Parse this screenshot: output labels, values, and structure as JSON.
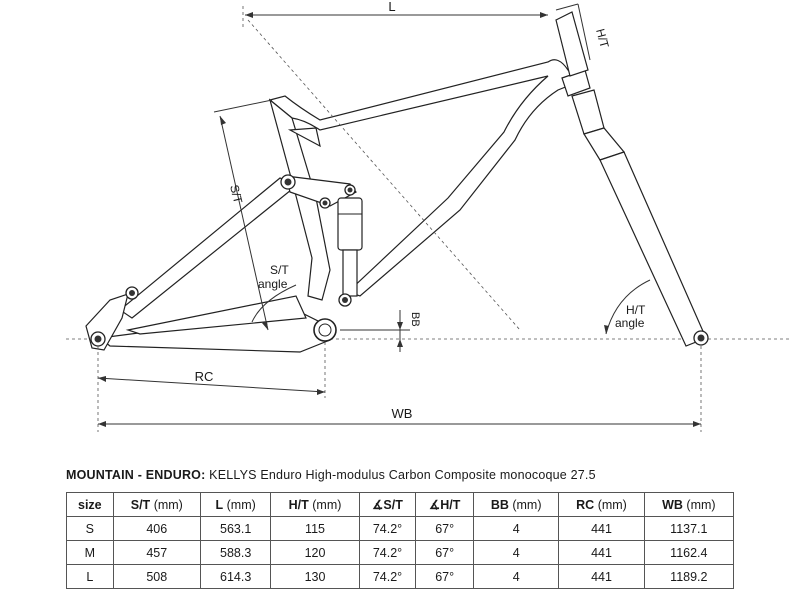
{
  "diagram": {
    "labels": {
      "L": "L",
      "HT": "H/T",
      "ST": "S/T",
      "ST_angle_line1": "S/T",
      "ST_angle_line2": "angle",
      "HT_angle_line1": "H/T",
      "HT_angle_line2": "angle",
      "BB": "BB",
      "RC": "RC",
      "WB": "WB"
    }
  },
  "caption": {
    "category": "MOUNTAIN - ENDURO:",
    "description": "KELLYS Enduro High-modulus Carbon Composite monocoque 27.5"
  },
  "table": {
    "headers": [
      {
        "main": "size",
        "unit": ""
      },
      {
        "main": "S/T",
        "unit": "(mm)"
      },
      {
        "main": "L",
        "unit": "(mm)"
      },
      {
        "main": "H/T",
        "unit": "(mm)"
      },
      {
        "main": "∡S/T",
        "unit": ""
      },
      {
        "main": "∡H/T",
        "unit": ""
      },
      {
        "main": "BB",
        "unit": "(mm)"
      },
      {
        "main": "RC",
        "unit": "(mm)"
      },
      {
        "main": "WB",
        "unit": "(mm)"
      }
    ],
    "rows": [
      [
        "S",
        "406",
        "563.1",
        "115",
        "74.2°",
        "67°",
        "4",
        "441",
        "1137.1"
      ],
      [
        "M",
        "457",
        "588.3",
        "120",
        "74.2°",
        "67°",
        "4",
        "441",
        "1162.4"
      ],
      [
        "L",
        "508",
        "614.3",
        "130",
        "74.2°",
        "67°",
        "4",
        "441",
        "1189.2"
      ]
    ]
  }
}
